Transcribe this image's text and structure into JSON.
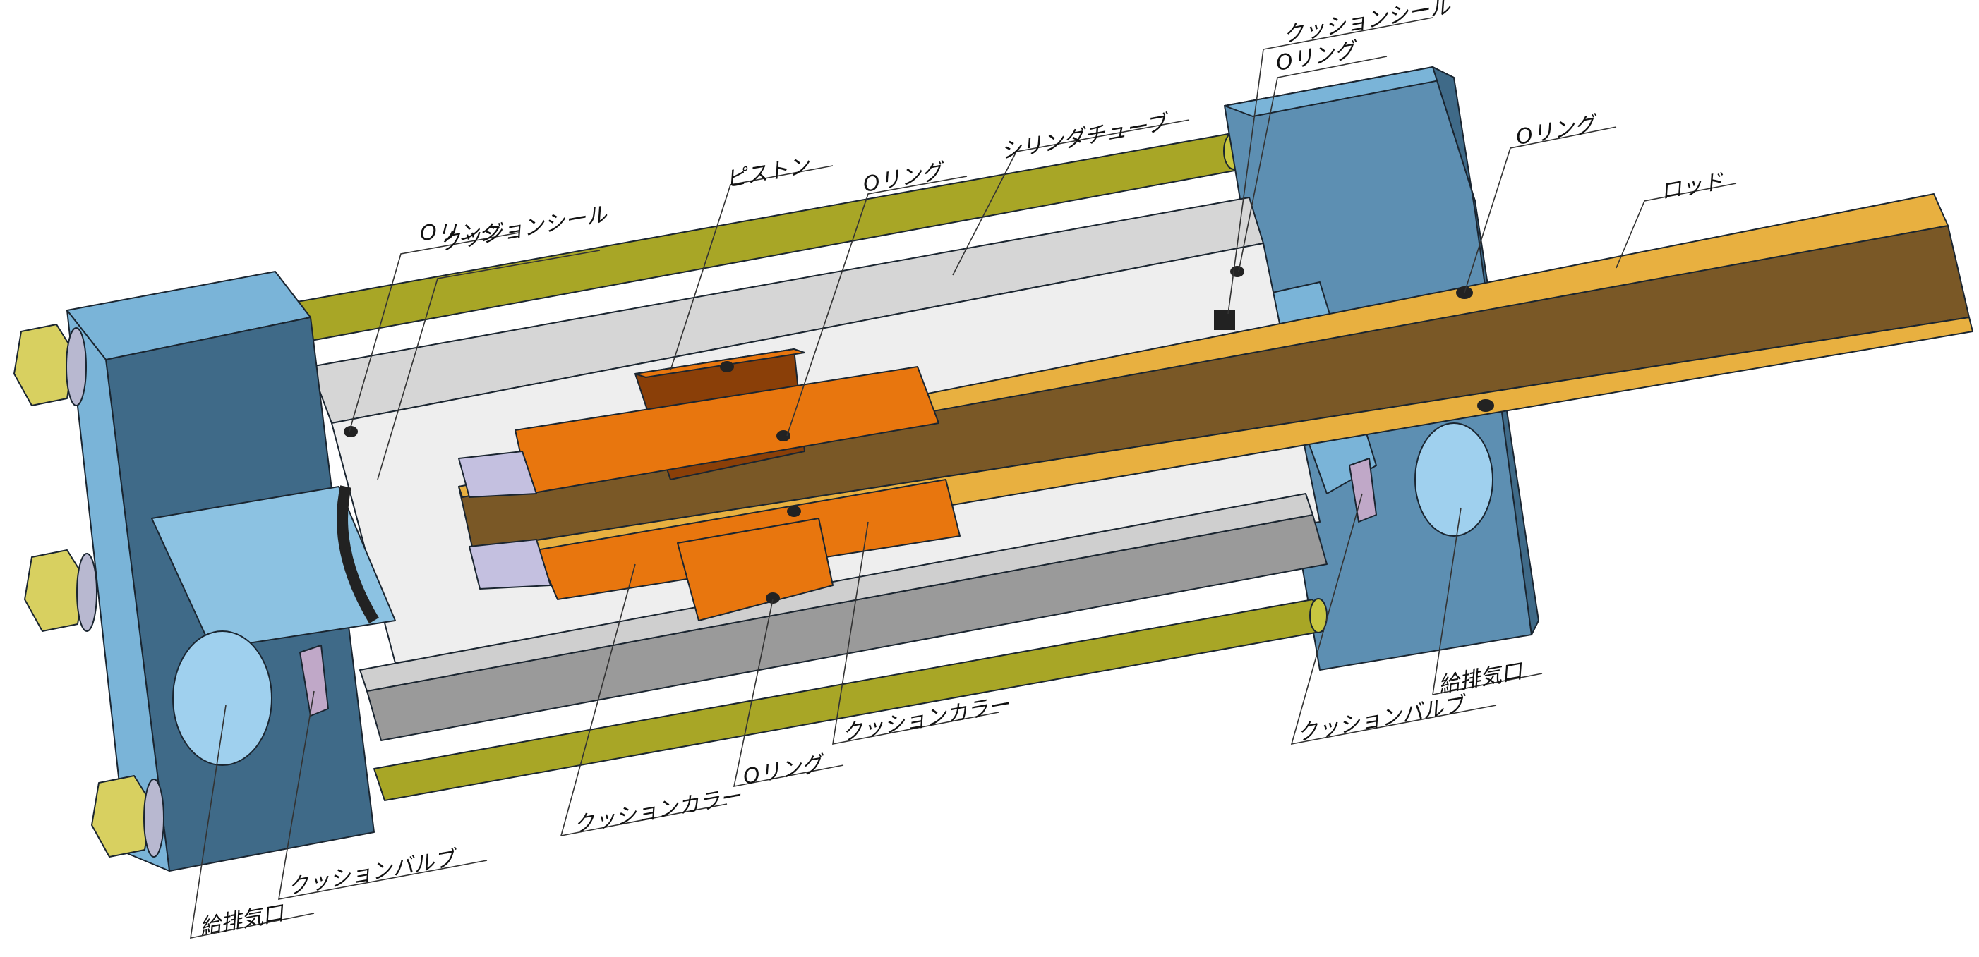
{
  "labels": {
    "o_ring_head_left": "Oリング",
    "cushion_seal_left": "クッションシール",
    "piston": "ピストン",
    "o_ring_piston": "Oリング",
    "cylinder_tube": "シリンダチューブ",
    "cushion_seal_right": "クッションシール",
    "o_ring_rod_cover_top": "Oリング",
    "o_ring_rod": "Oリング",
    "rod": "ロッド",
    "port_right": "給排気口",
    "cushion_valve_right": "クッションバルブ",
    "cushion_collar_right": "クッションカラー",
    "o_ring_piston_bottom": "Oリング",
    "cushion_collar_left": "クッションカラー",
    "cushion_valve_left": "クッションバルブ",
    "port_left": "給排気口"
  },
  "colors": {
    "cover_light": "#7ab4d8",
    "cover_dark": "#3f6a88",
    "tie_rod": "#a8a626",
    "tube": "#d6d6d6",
    "piston": "#e8760e",
    "piston_dark": "#8a3f08",
    "rod": "#e8b040",
    "rod_dark": "#7a5826",
    "nut": "#d8d060",
    "seal": "#222222"
  }
}
